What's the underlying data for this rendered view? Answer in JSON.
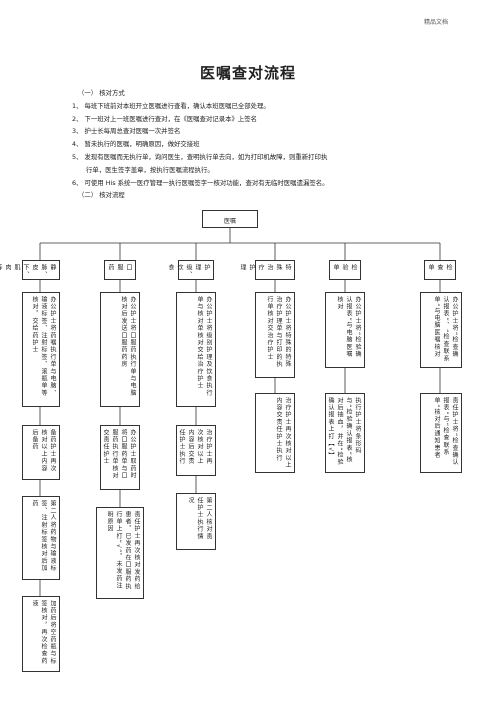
{
  "watermark": "精品文档",
  "title": "医嘱查对流程",
  "section1": "（一）  核对方式",
  "items": [
    "1、 每班下班前对本班开立医嘱进行查看，确认本班医嘱已全部处理。",
    "2、 下一班对上一班医嘱进行查对，在《医嘱查对记录本》上签名",
    "3、 护士长每周总查对医嘱一次并签名",
    "4、 暂未执行的医嘱，明确原因，做好交接班",
    "5、 发现有医嘱而无执行单，询问医生，查明执行单去向，如为打印机故障，则重新打印执",
    "行单，医生签字盖章，按执行医嘱流程执行。",
    "6、 可使用 His 系统一医疗管理一执行医嘱签字一核对功能，查对有无临时医嘱遗漏签名。"
  ],
  "section2": "（二）  核对流程",
  "flow": {
    "root": "医嘱",
    "columns": [
      {
        "header": "静脉、皮下、肌肉等药嘱",
        "boxes": [
          "办公护士将药嘱执行单与电脑、输液标签、注射标签、滚瓶单等核对，交给药护士",
          "备药护士再次核对以上内容后备药",
          "第二人将药物与输液标签、注射标签核对后加药",
          "加药后将空药瓶与标签核对，再次检查药液"
        ]
      },
      {
        "header": "口服药",
        "boxes": [
          "办公护士将口服药执行单与电脑核对后发送口服药药房",
          "办公护士取药时将口服药单与口服药执行单核对交责任护士",
          "责任护士再次核对发药给患者，已发药在口服药执行单上打“√”，未发药注明原因"
        ]
      },
      {
        "header": "护理级、饮食",
        "boxes": [
          "办公护士将级别护理及饮食执行单与核对单核对交给治疗护士",
          "治疗护士再次核对以上内容后交责任护士执行",
          "第二人核对责任护士执行情况"
        ]
      },
      {
        "header": "特殊治疗护理",
        "boxes": [
          "办公护士将特殊的特殊治疗护理单与打印的执行单核对交治疗护士",
          "治疗护士再次核对以上内容交责任护士执行"
        ]
      },
      {
        "header": "检验单",
        "boxes": [
          "办公护士将“检验确认报表”与电脑医嘱核对",
          "执行护士将条形码与“检验确认报表”核对后抽血，并在“检验确认报表上打【√】"
        ]
      },
      {
        "header": "检查单",
        "boxes": [
          "办公护士将“检查确认报表”、“检查联系单”与电脑医嘱核对",
          "责任护士将“检查确认报表”与“检查联系单”核对后通知患者"
        ]
      }
    ]
  }
}
